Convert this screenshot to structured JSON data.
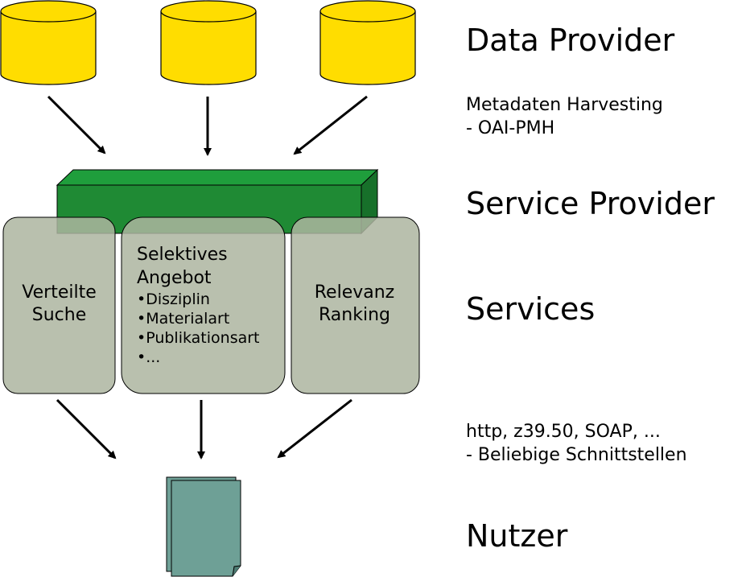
{
  "labels": {
    "data_provider": "Data Provider",
    "harvest_line1": "Metadaten Harvesting",
    "harvest_line2": "- OAI-PMH",
    "service_provider": "Service Provider",
    "services": "Services",
    "interfaces_line1": "http, z39.50, SOAP, ...",
    "interfaces_line2": "- Beliebige Schnittstellen",
    "nutzer": "Nutzer"
  },
  "services": {
    "verteilte": {
      "line1": "Verteilte",
      "line2": "Suche"
    },
    "selektiv": {
      "line1": "Selektives",
      "line2": "Angebot",
      "bullets": [
        "•Disziplin",
        "•Materialart",
        "•Publikationsart",
        "•..."
      ]
    },
    "relevanz": {
      "line1": "Relevanz",
      "line2": "Ranking"
    }
  },
  "colors": {
    "database": "#ffdd00",
    "provider_box": "#1f8a34",
    "service_box": "#adb5a0",
    "document": "#6ea096"
  }
}
